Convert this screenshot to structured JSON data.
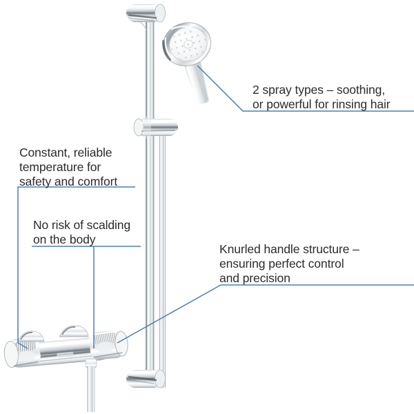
{
  "page": {
    "title": "Shower rail set with thermostatic mixer – annotated product diagram",
    "background_color": "#ffffff",
    "text_color": "#2b2b2b",
    "leader_color": "#4a7fb5"
  },
  "callouts": [
    {
      "id": "spray-types",
      "name": "callout-spray-types",
      "lines": [
        "2 spray types – soothing,",
        "or powerful for rinsing hair"
      ],
      "text": "2 spray types – soothing,\nor powerful for rinsing hair",
      "points_to": "hand-shower-head"
    },
    {
      "id": "constant-temperature",
      "name": "callout-constant-temperature",
      "lines": [
        "Constant, reliable",
        "temperature for",
        "safety and comfort"
      ],
      "text": "Constant, reliable\ntemperature for\nsafety and comfort",
      "points_to": "thermostat-temperature-handle"
    },
    {
      "id": "no-scalding",
      "name": "callout-no-scalding",
      "lines": [
        "No risk of scalding",
        "on the body"
      ],
      "text": "No risk of scalding\non the body",
      "points_to": "mixer-valve-body"
    },
    {
      "id": "knurled-handle",
      "name": "callout-knurled-handle",
      "lines": [
        "Knurled handle structure –",
        "ensuring perfect control",
        "and precision"
      ],
      "text": "Knurled handle structure –\nensuring perfect control\nand precision",
      "points_to": "knurled-flow-handle"
    }
  ],
  "product": {
    "name": "shower-rail-set",
    "parts": [
      {
        "name": "top-rail-bracket",
        "finish": "chrome"
      },
      {
        "name": "hand-shower-head",
        "finish": "chrome",
        "face": "white-perforated-spray-plate"
      },
      {
        "name": "shower-head-handle",
        "finish": "chrome"
      },
      {
        "name": "mid-rail-slider-bracket",
        "finish": "chrome"
      },
      {
        "name": "shower-rail",
        "finish": "chrome"
      },
      {
        "name": "shower-hose",
        "finish": "chrome-flex"
      },
      {
        "name": "bottom-rail-bracket",
        "finish": "chrome"
      },
      {
        "name": "thermostatic-mixer-valve",
        "finish": "chrome"
      },
      {
        "name": "thermostat-temperature-handle",
        "finish": "chrome-knurled",
        "marker": "red-safety-stop"
      },
      {
        "name": "knurled-flow-handle",
        "finish": "chrome-knurled"
      },
      {
        "name": "hose-outlet-connector",
        "finish": "chrome"
      }
    ],
    "accent_marker_color": "#d8231f"
  }
}
